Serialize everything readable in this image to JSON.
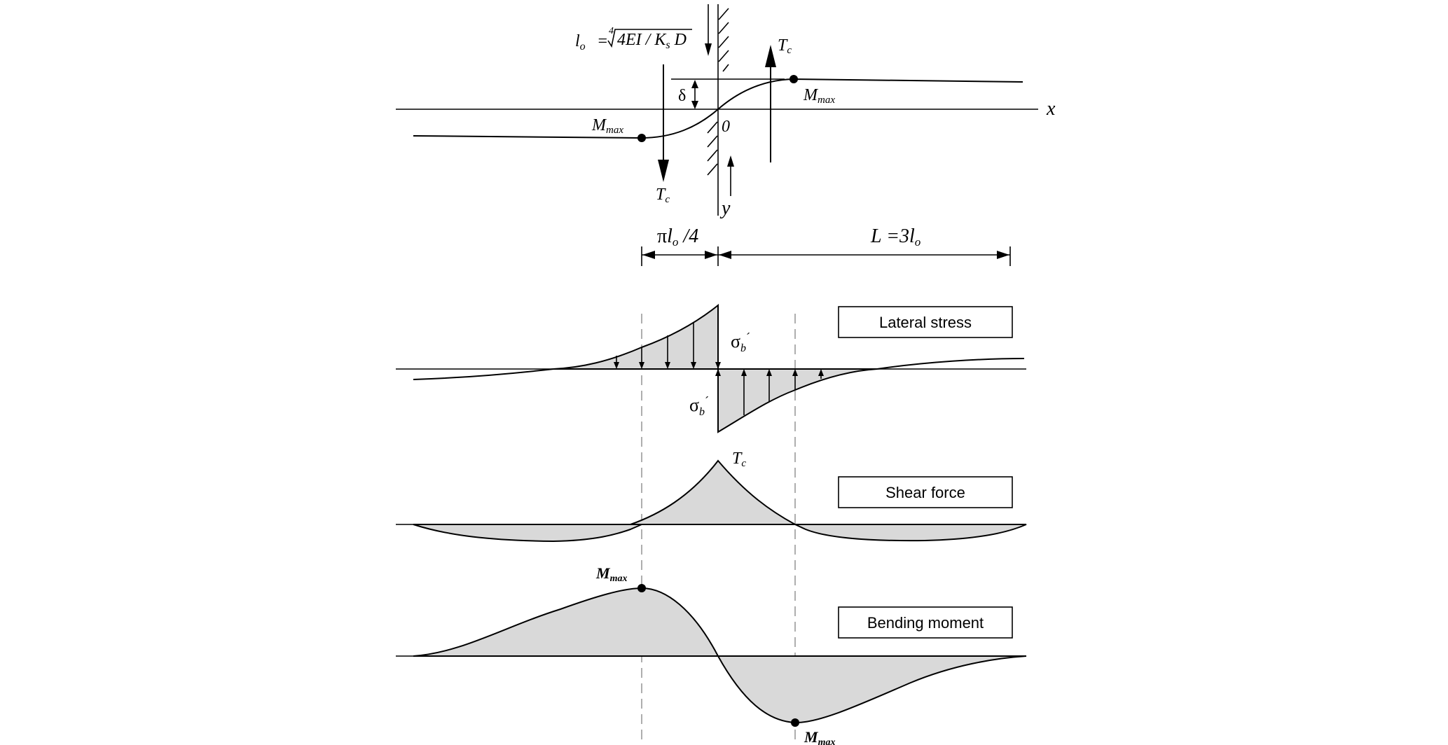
{
  "formula": {
    "lhs": "l",
    "lhs_sub": "o",
    "equals": "=",
    "root_index": "4",
    "radicand": "4EI / K",
    "radicand_sub": "s",
    "radicand_tail": " D"
  },
  "deflection": {
    "axis_x": "x",
    "axis_y": "y",
    "origin": "0",
    "delta": "δ",
    "tc_main": "T",
    "tc_sub": "c",
    "mmax_main": "M",
    "mmax_sub": "max"
  },
  "dimensions": {
    "left_pi": "π",
    "left_l": "l",
    "left_l_sub": "o",
    "left_tail": " /4",
    "right_L": "L =3l",
    "right_sub": "o"
  },
  "panels": {
    "lateral_stress": "Lateral stress",
    "shear_force": "Shear force",
    "bending_moment": "Bending moment"
  },
  "stress_labels": {
    "sigma": "σ",
    "sigma_sub": "b",
    "sigma_prime": "´"
  },
  "shear_labels": {
    "tc_main": "T",
    "tc_sub": "c"
  },
  "moment_labels": {
    "mmax_main": "M",
    "mmax_sub": "max"
  }
}
